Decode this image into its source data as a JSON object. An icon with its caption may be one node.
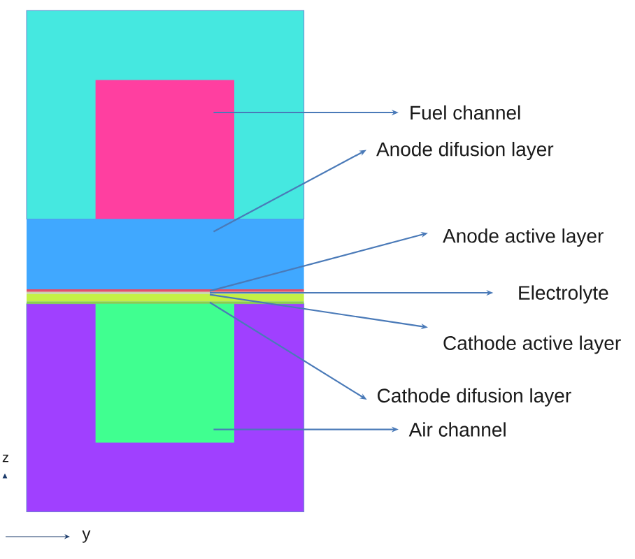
{
  "diagram": {
    "nodes": [
      {
        "text": [],
        "shape": "box"
      },
      {
        "text": [
          "Fuel channel"
        ]
      },
      {
        "text": [],
        "shape": "box"
      },
      {
        "text": [
          "Anode difusion layer"
        ]
      },
      {
        "text": [],
        "shape": "box"
      },
      {
        "text": [
          "Anode active layer"
        ]
      },
      {
        "text": [],
        "shape": "box"
      },
      {
        "text": [
          "Electrolyte"
        ]
      },
      {
        "text": [],
        "shape": "box"
      },
      {
        "text": [
          "Cathode active layer"
        ]
      },
      {
        "text": [],
        "shape": "box"
      },
      {
        "text": [
          "Cathode difusion layer"
        ]
      },
      {
        "text": [],
        "shape": "box"
      },
      {
        "text": [
          "Air channel"
        ]
      }
    ],
    "edges": [
      {
        "from": 0,
        "to": 1,
        "arrow": "to"
      },
      {
        "from": 2,
        "to": 3,
        "arrow": "to"
      },
      {
        "from": 4,
        "to": 5,
        "arrow": "to"
      },
      {
        "from": 6,
        "to": 7,
        "arrow": "to"
      },
      {
        "from": 8,
        "to": 9,
        "arrow": "to"
      },
      {
        "from": 10,
        "to": 11,
        "arrow": "to"
      },
      {
        "from": 12,
        "to": 13,
        "arrow": "to"
      }
    ],
    "labels": [
      "z",
      "y"
    ]
  }
}
